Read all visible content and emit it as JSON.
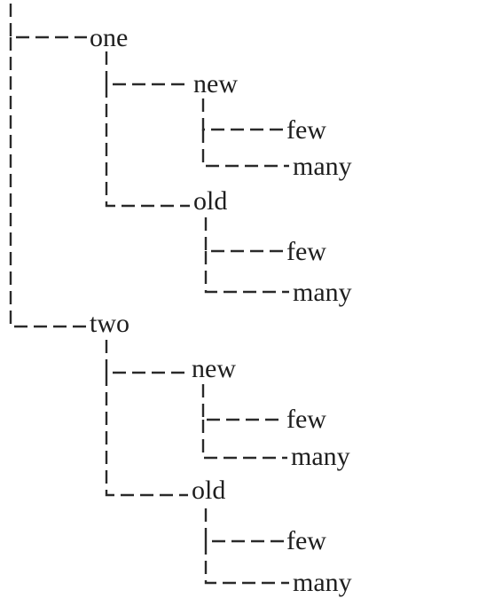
{
  "tree": {
    "children": [
      {
        "label": "one",
        "children": [
          {
            "label": "new",
            "children": [
              {
                "label": "few"
              },
              {
                "label": "many"
              }
            ]
          },
          {
            "label": "old",
            "children": [
              {
                "label": "few"
              },
              {
                "label": "many"
              }
            ]
          }
        ]
      },
      {
        "label": "two",
        "children": [
          {
            "label": "new",
            "children": [
              {
                "label": "few"
              },
              {
                "label": "many"
              }
            ]
          },
          {
            "label": "old",
            "children": [
              {
                "label": "few"
              },
              {
                "label": "many"
              }
            ]
          }
        ]
      }
    ]
  },
  "colors": {
    "line": "#2a2a2a",
    "text": "#1e1e1e",
    "background": "#ffffff"
  }
}
